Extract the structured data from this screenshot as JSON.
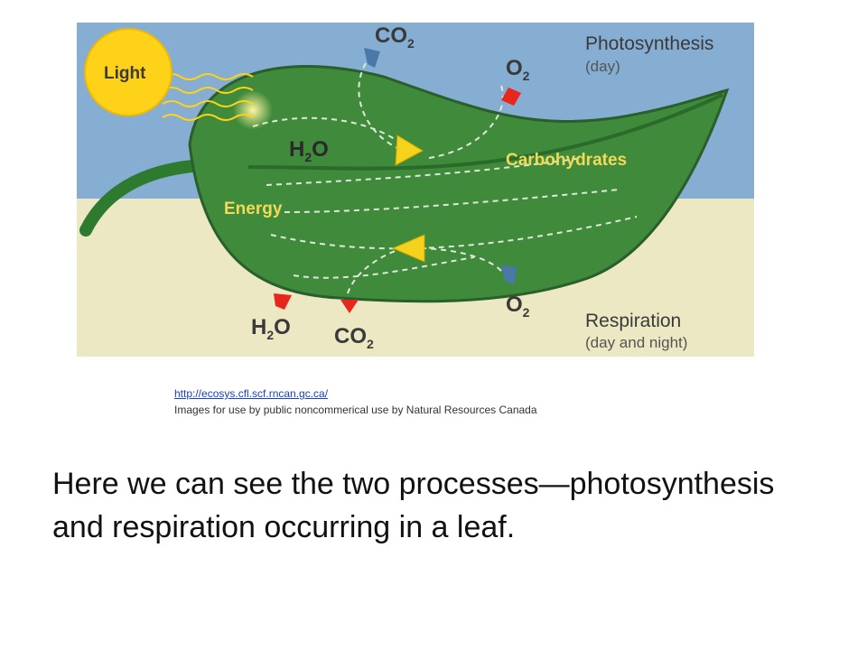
{
  "diagram": {
    "labels": {
      "light": "Light",
      "photosynthesis_title": "Photosynthesis",
      "photosynthesis_time": "(day)",
      "respiration_title": "Respiration",
      "respiration_time": "(day and night)",
      "energy": "Energy",
      "carbohydrates": "Carbohydrates",
      "h2o_top": {
        "base": "H",
        "sub": "2",
        "end": "O"
      },
      "co2_top": {
        "base": "CO",
        "sub": "2"
      },
      "o2_top": {
        "base": "O",
        "sub": "2"
      },
      "o2_bottom": {
        "base": "O",
        "sub": "2"
      },
      "h2o_bottom": {
        "base": "H",
        "sub": "2",
        "end": "O"
      },
      "co2_bottom": {
        "base": "CO",
        "sub": "2"
      }
    },
    "colors": {
      "sky": "#86aed3",
      "ground": "#ece8c3",
      "leaf": "#3f8a3b",
      "leaf_dark": "#2a6a2a",
      "sun": "#ffd21a",
      "arrow_yellow": "#f5d21b",
      "arrow_red": "#e8261c",
      "arrow_blue": "#4a78a8",
      "text_dark": "#3a3a3a",
      "text_yellow": "#f2d95a"
    }
  },
  "credit": {
    "url": "http://ecosys.cfl.scf.rncan.gc.ca/",
    "note": "Images for use by public noncommerical use by Natural Resources Canada"
  },
  "caption": "Here we can see the two processes—photosynthesis and respiration occurring in a leaf."
}
